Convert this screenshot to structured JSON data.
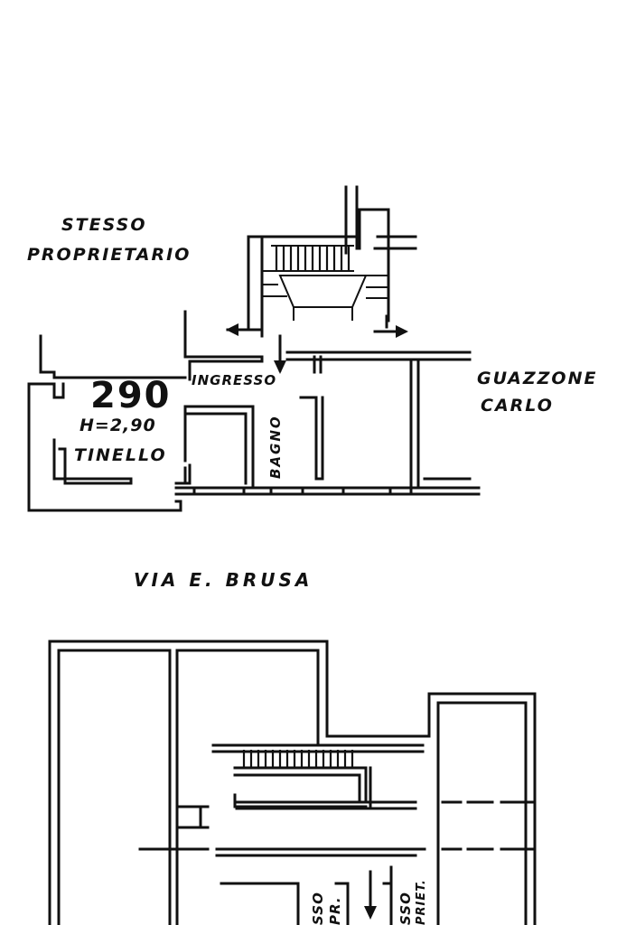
{
  "labels": {
    "stesso": "STESSO",
    "proprietario": "PROPRIETARIO",
    "guazzone": "GUAZZONE",
    "carlo": "CARLO",
    "ingresso": "INGRESSO",
    "number": "290",
    "height": "H=2,90",
    "tinello": "TINELLO",
    "bagno": "BAGNO",
    "street": "VIA E. BRUSA",
    "stesso_short": "SSO",
    "propr_short": "PR.",
    "stesso_short2": "SSO",
    "propriet_short": "PRIET."
  },
  "colors": {
    "ink": "#111111",
    "paper": "#ffffff"
  }
}
